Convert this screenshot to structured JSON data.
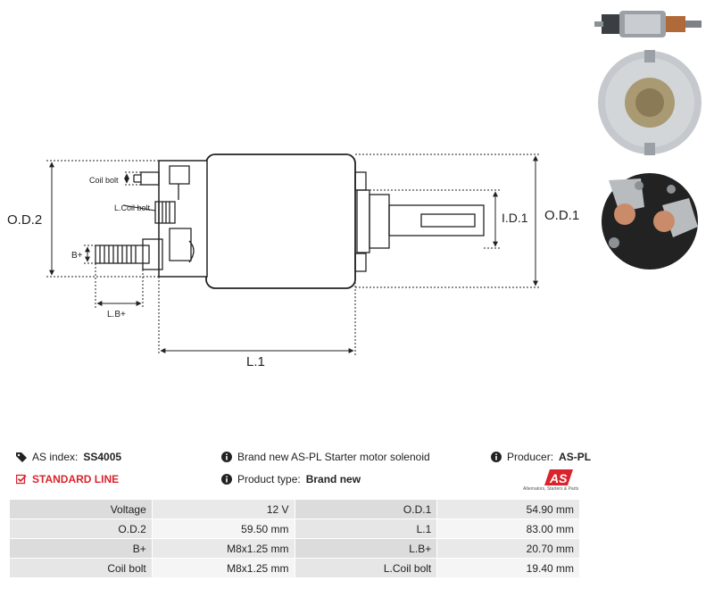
{
  "drawing": {
    "labels": {
      "od2": "O.D.2",
      "od1": "O.D.1",
      "id1": "I.D.1",
      "l1": "L.1",
      "lbplus": "L.B+",
      "bplus": "B+",
      "coil_bolt": "Coil bolt",
      "lcoil_bolt": "L.Coil bolt"
    }
  },
  "info": {
    "as_index_label": "AS index:",
    "as_index_value": "SS4005",
    "standard_line": "STANDARD LINE",
    "description": "Brand new AS-PL Starter motor solenoid",
    "product_type_label": "Product type:",
    "product_type_value": "Brand new",
    "producer_label": "Producer:",
    "producer_value": "AS-PL",
    "logo_text": "AS",
    "logo_subtext": "Alternators, Starters & Parts"
  },
  "colors": {
    "brand_red": "#d9232d",
    "row_dark": "#e9e9e9",
    "row_light": "#f5f5f5"
  },
  "specs": [
    {
      "label_a": "Voltage",
      "value_a": "12 V",
      "label_b": "O.D.1",
      "value_b": "54.90 mm"
    },
    {
      "label_a": "O.D.2",
      "value_a": "59.50 mm",
      "label_b": "L.1",
      "value_b": "83.00 mm"
    },
    {
      "label_a": "B+",
      "value_a": "M8x1.25 mm",
      "label_b": "L.B+",
      "value_b": "20.70 mm"
    },
    {
      "label_a": "Coil bolt",
      "value_a": "M8x1.25 mm",
      "label_b": "L.Coil bolt",
      "value_b": "19.40 mm"
    }
  ]
}
